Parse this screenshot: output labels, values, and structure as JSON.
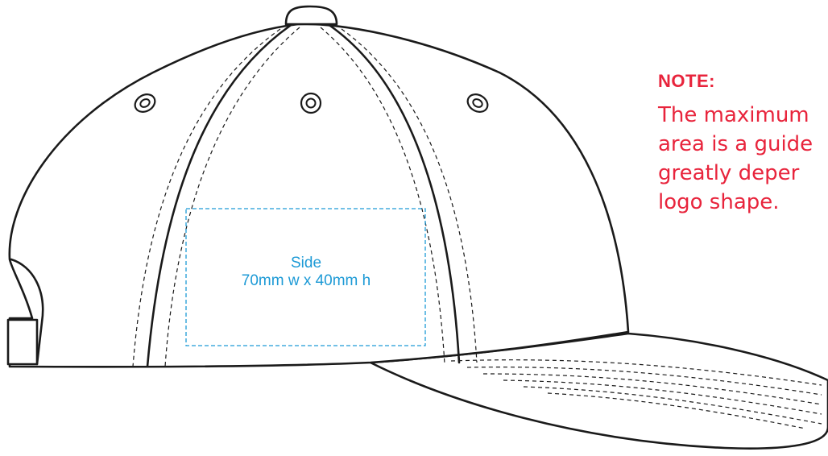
{
  "note": {
    "title": "NOTE:",
    "lines": [
      "The maximum",
      "area is a guide",
      "greatly deper",
      "logo shape."
    ]
  },
  "print_area": {
    "position_label": "Side",
    "size_label": "70mm w x 40mm h"
  },
  "colors": {
    "note": "#e8243c",
    "print_area": "#1d9ad6",
    "line_art": "#1a1a1a"
  }
}
